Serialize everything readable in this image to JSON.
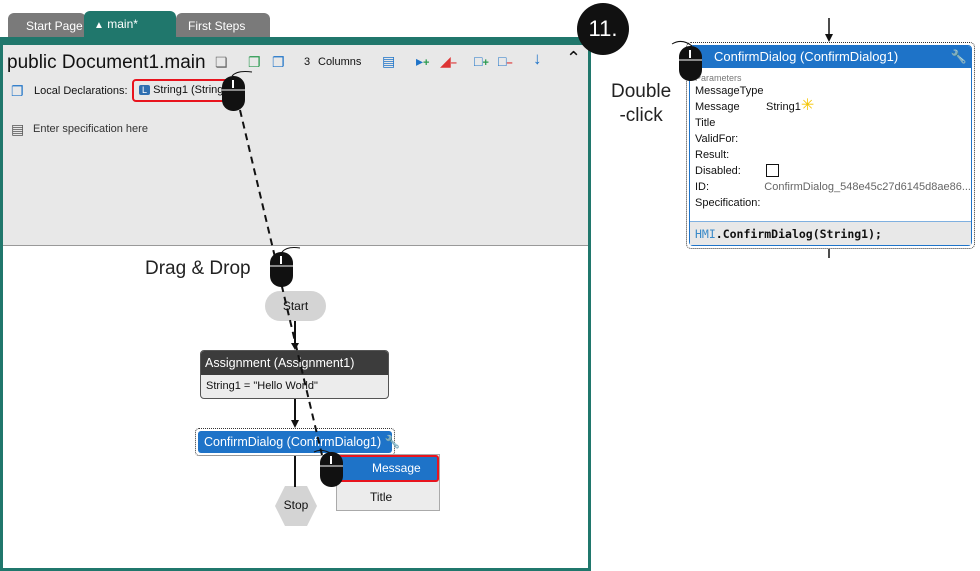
{
  "tabs": [
    {
      "label": "Start Page"
    },
    {
      "label": "main*"
    },
    {
      "label": "First Steps"
    }
  ],
  "step": "11.",
  "header": {
    "title": "public Document1.main",
    "columns": "3",
    "columns_label": "Columns",
    "local_decl_label": "Local Declarations:",
    "local_var_badge": "L",
    "local_var": "String1 (String",
    "spec_placeholder": "Enter specification here"
  },
  "annotations": {
    "drag_drop": "Drag & Drop",
    "double_click_1": "Double",
    "double_click_2": "-click"
  },
  "flow": {
    "start": "Start",
    "assignment_title": "Assignment (Assignment1)",
    "assignment_body": "String1 = \"Hello World\"",
    "confirm_title": "ConfirmDialog (ConfirmDialog1)",
    "stop": "Stop"
  },
  "popup": {
    "items": [
      {
        "label": "Message"
      },
      {
        "label": "Title"
      }
    ]
  },
  "detail": {
    "title": "ConfirmDialog (ConfirmDialog1)",
    "section": "Parameters",
    "rows": [
      {
        "k": "MessageType",
        "v": ""
      },
      {
        "k": "Message",
        "v": "String1"
      },
      {
        "k": "Title",
        "v": ""
      },
      {
        "k": "ValidFor:",
        "v": ""
      },
      {
        "k": "Result:",
        "v": ""
      },
      {
        "k": "Disabled:",
        "v": ""
      },
      {
        "k": "ID:",
        "v": "ConfirmDialog_548e45c27d6145d8ae86..."
      },
      {
        "k": "Specification:",
        "v": ""
      }
    ],
    "code_obj": "HMI",
    "code_rest": ".ConfirmDialog(String1);"
  },
  "colors": {
    "teal": "#20776c",
    "blue": "#1e73c8",
    "red": "#e8141e",
    "dark": "#3c3c3c"
  }
}
